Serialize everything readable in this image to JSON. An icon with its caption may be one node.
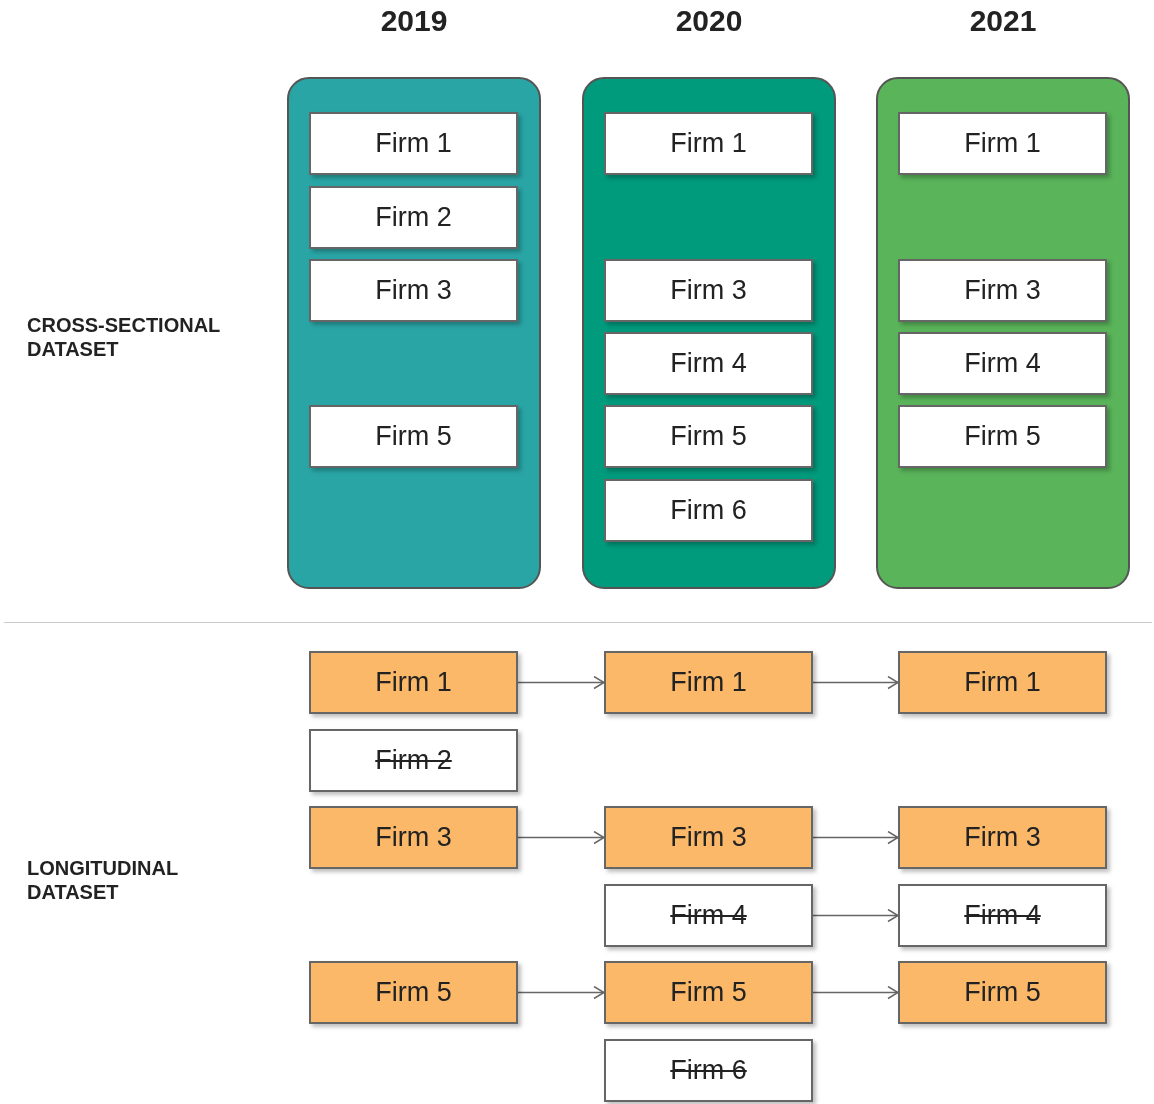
{
  "diagram": {
    "nodes": [
      {
        "text": [
          "2019"
        ]
      },
      {
        "text": [
          "Firm 1"
        ],
        "in": 0
      },
      {
        "text": [
          "Firm 2"
        ],
        "in": 0
      },
      {
        "text": [
          "Firm 3"
        ],
        "in": 0
      },
      {
        "text": [
          "Firm 5"
        ],
        "in": 0
      },
      {
        "text": [
          "2020"
        ]
      },
      {
        "text": [
          "Firm 1"
        ],
        "in": 5
      },
      {
        "text": [
          "Firm 3"
        ],
        "in": 5
      },
      {
        "text": [
          "Firm 4"
        ],
        "in": 5
      },
      {
        "text": [
          "Firm 5"
        ],
        "in": 5
      },
      {
        "text": [
          "Firm 6"
        ],
        "in": 5
      },
      {
        "text": [
          "2021"
        ]
      },
      {
        "text": [
          "Firm 1"
        ],
        "in": 11
      },
      {
        "text": [
          "Firm 3"
        ],
        "in": 11
      },
      {
        "text": [
          "Firm 4"
        ],
        "in": 11
      },
      {
        "text": [
          "Firm 5"
        ],
        "in": 11
      },
      {
        "text": [
          "Firm 1"
        ]
      },
      {
        "text": [
          "Firm 1"
        ]
      },
      {
        "text": [
          "Firm 1"
        ]
      },
      {
        "text": [
          "Firm 2"
        ]
      },
      {
        "text": [
          "Firm 3"
        ]
      },
      {
        "text": [
          "Firm 3"
        ]
      },
      {
        "text": [
          "Firm 3"
        ]
      },
      {
        "text": [
          "Firm 4"
        ]
      },
      {
        "text": [
          "Firm 4"
        ]
      },
      {
        "text": [
          "Firm 5"
        ]
      },
      {
        "text": [
          "Firm 5"
        ]
      },
      {
        "text": [
          "Firm 5"
        ]
      },
      {
        "text": [
          "Firm 6"
        ]
      }
    ],
    "edges": [
      {
        "from": 16,
        "to": 17,
        "arrow": "to"
      },
      {
        "from": 17,
        "to": 18,
        "arrow": "to"
      },
      {
        "from": 20,
        "to": 21,
        "arrow": "to"
      },
      {
        "from": 21,
        "to": 22,
        "arrow": "to"
      },
      {
        "from": 23,
        "to": 24,
        "arrow": "to"
      },
      {
        "from": 25,
        "to": 26,
        "arrow": "to"
      },
      {
        "from": 26,
        "to": 27,
        "arrow": "to"
      }
    ],
    "labels": [
      "CROSS-SECTIONAL DATASET",
      "LONGITUDINAL DATASET"
    ]
  }
}
